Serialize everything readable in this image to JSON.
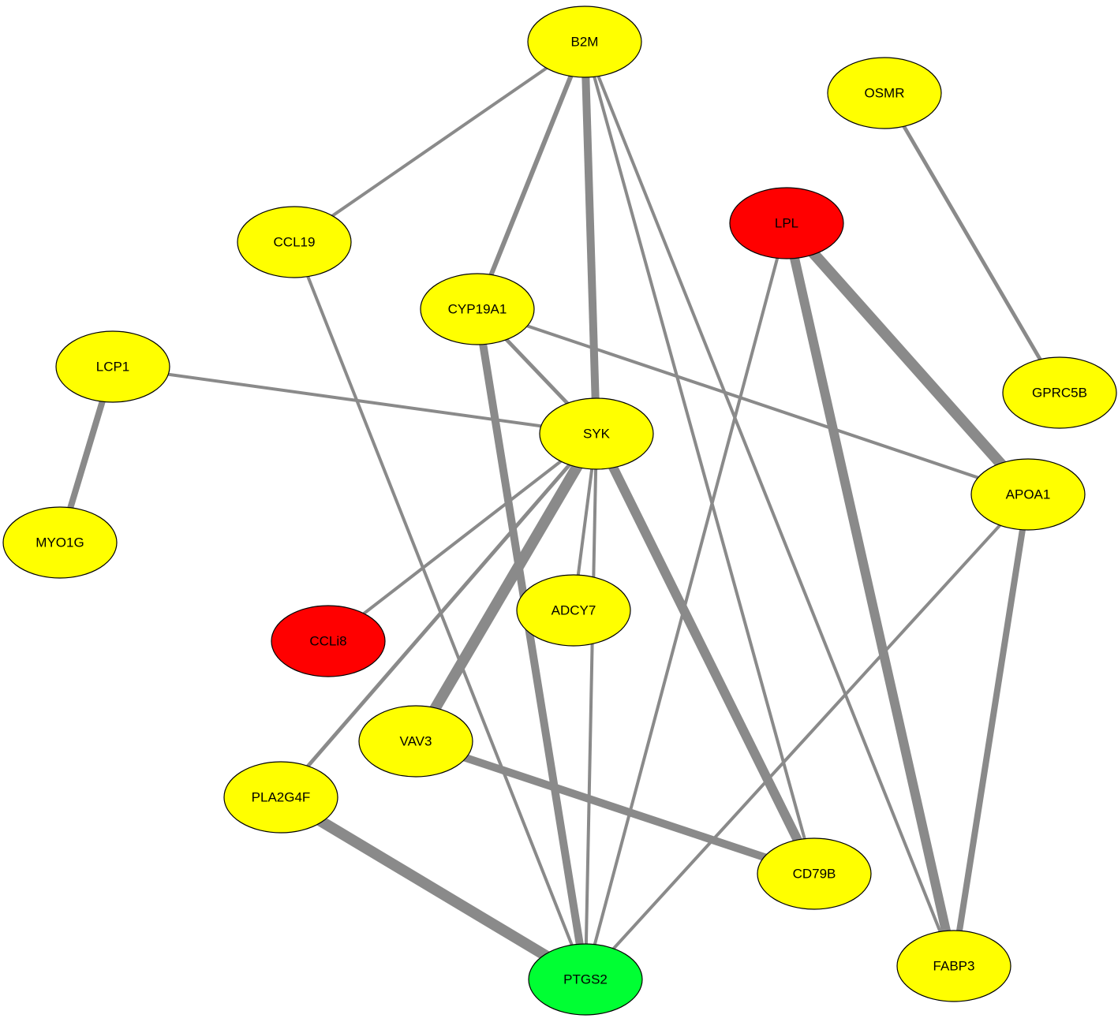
{
  "colors": {
    "edge": "#8a8a8a",
    "node_stroke": "#000000",
    "yellow": "#ffff00",
    "red": "#ff0000",
    "green": "#00ff33"
  },
  "nodes": [
    {
      "id": "B2M",
      "label": "B2M",
      "color": "yellow"
    },
    {
      "id": "OSMR",
      "label": "OSMR",
      "color": "yellow"
    },
    {
      "id": "LPL",
      "label": "LPL",
      "color": "red"
    },
    {
      "id": "CCL19",
      "label": "CCL19",
      "color": "yellow"
    },
    {
      "id": "CYP19A1",
      "label": "CYP19A1",
      "color": "yellow"
    },
    {
      "id": "LCP1",
      "label": "LCP1",
      "color": "yellow"
    },
    {
      "id": "GPRC5B",
      "label": "GPRC5B",
      "color": "yellow"
    },
    {
      "id": "SYK",
      "label": "SYK",
      "color": "yellow"
    },
    {
      "id": "APOA1",
      "label": "APOA1",
      "color": "yellow"
    },
    {
      "id": "MYO1G",
      "label": "MYO1G",
      "color": "yellow"
    },
    {
      "id": "ADCY7",
      "label": "ADCY7",
      "color": "yellow"
    },
    {
      "id": "CCLi8",
      "label": "CCLi8",
      "color": "red"
    },
    {
      "id": "VAV3",
      "label": "VAV3",
      "color": "yellow"
    },
    {
      "id": "PLA2G4F",
      "label": "PLA2G4F",
      "color": "yellow"
    },
    {
      "id": "CD79B",
      "label": "CD79B",
      "color": "yellow"
    },
    {
      "id": "FABP3",
      "label": "FABP3",
      "color": "yellow"
    },
    {
      "id": "PTGS2",
      "label": "PTGS2",
      "color": "green"
    }
  ],
  "edges": [
    {
      "source": "B2M",
      "target": "CCL19",
      "weight": 1
    },
    {
      "source": "B2M",
      "target": "CYP19A1",
      "weight": 1.5
    },
    {
      "source": "B2M",
      "target": "SYK",
      "weight": 2.5
    },
    {
      "source": "B2M",
      "target": "CD79B",
      "weight": 1
    },
    {
      "source": "B2M",
      "target": "FABP3",
      "weight": 1
    },
    {
      "source": "OSMR",
      "target": "GPRC5B",
      "weight": 1.2
    },
    {
      "source": "LPL",
      "target": "APOA1",
      "weight": 3.5
    },
    {
      "source": "LPL",
      "target": "FABP3",
      "weight": 3
    },
    {
      "source": "LPL",
      "target": "PTGS2",
      "weight": 1
    },
    {
      "source": "CCL19",
      "target": "PTGS2",
      "weight": 1
    },
    {
      "source": "CYP19A1",
      "target": "SYK",
      "weight": 1.2
    },
    {
      "source": "CYP19A1",
      "target": "APOA1",
      "weight": 1
    },
    {
      "source": "CYP19A1",
      "target": "PTGS2",
      "weight": 2.5
    },
    {
      "source": "LCP1",
      "target": "SYK",
      "weight": 1
    },
    {
      "source": "LCP1",
      "target": "MYO1G",
      "weight": 2
    },
    {
      "source": "SYK",
      "target": "ADCY7",
      "weight": 1
    },
    {
      "source": "SYK",
      "target": "CCLi8",
      "weight": 1
    },
    {
      "source": "SYK",
      "target": "VAV3",
      "weight": 3.5
    },
    {
      "source": "SYK",
      "target": "PLA2G4F",
      "weight": 1.2
    },
    {
      "source": "SYK",
      "target": "CD79B",
      "weight": 3
    },
    {
      "source": "SYK",
      "target": "PTGS2",
      "weight": 1
    },
    {
      "source": "APOA1",
      "target": "FABP3",
      "weight": 2
    },
    {
      "source": "APOA1",
      "target": "PTGS2",
      "weight": 1
    },
    {
      "source": "VAV3",
      "target": "CD79B",
      "weight": 2.5
    },
    {
      "source": "PLA2G4F",
      "target": "PTGS2",
      "weight": 3.5
    }
  ]
}
